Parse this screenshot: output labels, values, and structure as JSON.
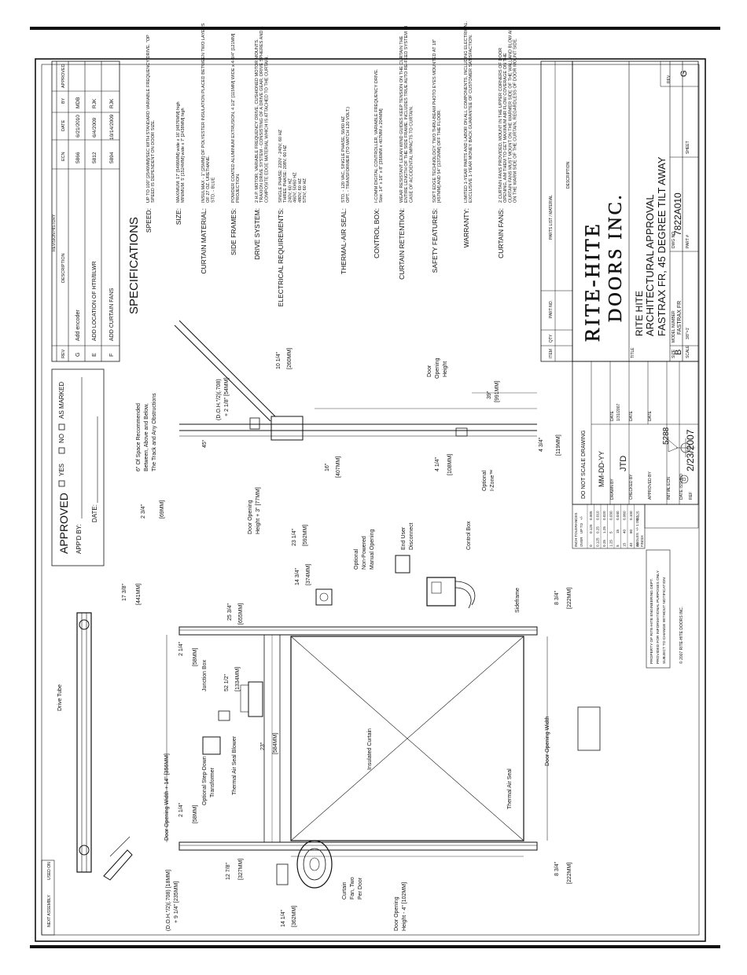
{
  "approval_block": {
    "approved_label": "APPROVED",
    "options": [
      "YES",
      "NO",
      "AS MARKED"
    ],
    "appd_by_label": "APP'D BY:",
    "date_label": "DATE:"
  },
  "revision_history": {
    "title": "REVISION HISTORY",
    "headers": [
      "REV",
      "DESCRIPTION",
      "ECN",
      "DATE",
      "BY",
      "APPROVED"
    ],
    "rows": [
      [
        "G",
        "Add encoder",
        "5866",
        "6/21/2010",
        "MDB",
        ""
      ],
      [
        "E",
        "ADD LOCATION OF HTR/BLWR",
        "5812",
        "6/4/2009",
        "RJK",
        ""
      ],
      [
        "F",
        "ADD CURTAIN FANS",
        "5894",
        "10/14/2009",
        "RJK",
        ""
      ]
    ]
  },
  "specifications": {
    "title": "SPECIFICATIONS",
    "items": [
      {
        "label": "SPEED:",
        "lines": [
          "UP TO 100\" [2540MM]/SEC WITH STANDARD VARIABLE FREQUENCY DRIVE. \"OP",
          "SPEED IS DEPENDENT ON DOOR SIZE."
        ]
      },
      {
        "label": "SIZE:",
        "lines": [
          "MAXIMUM:   17' [5486MM] wide x 16' [4876MM] high",
          "MINIMUM:   5' [1524MM] wide x 7' [2438MM] high"
        ]
      },
      {
        "label": "CURTAIN MATERIAL:",
        "lines": [
          "INSULMAX - 1\" [25MM] OF POLYESTER INSULATION PLACED BETWEEN TWO LAYERS",
          "OF 27 OZ. URETHANE.",
          "STD. - BLUE"
        ]
      },
      {
        "label": "SIDE FRAMES:",
        "lines": [
          "POWDER COATED ALUMINUM EXTRUSION, 4 1/2\" [115MM] WIDE x 4-3/4\" [121MM]",
          "PROJECTION."
        ]
      },
      {
        "label": "DRIVE SYSTEM:",
        "lines": [
          "2 H.P. MOTOR, VARIABLE FREQUENCY DRIVE, CUSHIONED MOTOR MOUNTS.",
          "TRAXION DRIVE SYSTEM - CONSISTING OF A DRIVE GEAR, DRIVE SPHERES AND A",
          "COMPOSITE EDGE MATERIAL WHICH IS ATTACHED TO THE CURTAIN."
        ]
      },
      {
        "label": "ELECTRICAL REQUIREMENTS:",
        "lines": [
          "SINGLE PHASE:   220V - 240V, 60 HZ",
          "THREE PHASE:   208V, 60 HZ",
          "240V, 60 HZ",
          "460V, 50/60 HZ",
          "480V, 60 HZ",
          "575V, 60 HZ"
        ]
      },
      {
        "label": "THERMAL-AIR SEAL:",
        "lines": [
          "STD. - 120 VAC, SINGLE PHASE, 50/60 HZ",
          "OPT. - TRANSFORMER (TO MATCH 120 VOLT.)"
        ]
      },
      {
        "label": "CONTROL BOX:",
        "lines": [
          "I-COMM DIGITAL CONTROLLER, VARIABLE FREQUENCY DRIVE.",
          "Size: 14\" x 16\" x 8\" [356MM x 407MM x 204MM]"
        ]
      },
      {
        "label": "CURTAIN RETENTION:",
        "lines": [
          "WEAR RESISTANT LEXAN WIND GUIDES KEEP TENSION ON THE CURTAIN THE",
          "ENTIRE LENGTH OF THE SIDE FRAME. INCLUDES TRUE AUTO RE-FEED SYSTEM IN",
          "CASE OF ACCIDENTAL IMPACTS TO CURTAIN."
        ]
      },
      {
        "label": "SAFETY FEATURES:",
        "lines": [
          "SOFT EDGE TECHNOLOGY. TWO THRU-BEAM PHOTO EYES MOUNTED AT 18\"",
          "[457MM] AND 54\" [1372MM] OFF THE FLOOR."
        ]
      },
      {
        "label": "WARRANTY:",
        "lines": [
          "LIMITED 1-YEAR PARTS AND LABOR ON ALL COMPONENTS, INCLUDING ELECTRICAL.",
          "EXCLUSIVE 1-YEAR MONEY BACK GUARANTEE OF CUSTOMER SATISFACTION."
        ]
      },
      {
        "label": "CURTAIN FANS:",
        "lines": [
          "2 CURTAIN FANS PROVIDED, MOUNT IN THE UPPER CORNERS OF DOOR",
          "OPENING, AIM THEM TO GET MAXIMUM AIR FLOW COVERAGE ON THE",
          "CURTAIN FANS MUST MOUNT ON THE WARMER SIDE OF THE WALL AND BLOW AIR",
          "ON THE WARM SIDE OF THE CURTAIN, REGARDLESS OF DOOR MOUNT SIDE."
        ]
      }
    ]
  },
  "parts_list": {
    "title": "PARTS LIST / MATERIAL",
    "headers": [
      "ITEM",
      "QTY",
      "PART NO.",
      "DESCRIPTION"
    ]
  },
  "title_block": {
    "company_logo_line1": "RITE-HITE",
    "company_logo_line2": "DOORS INC.",
    "title_label": "TITLE",
    "title_lines": [
      "RITE HITE",
      "ARCHITECTURAL APPROVAL",
      "FASTRAX FR, 45 DEGREE TILT AWAY"
    ],
    "size_label": "SIZE",
    "size": "B",
    "model_label": "MODEL NUMBER",
    "model": "FASTRAX FR",
    "dwg_label": "DWG NO",
    "dwg_no": "7822A010",
    "rev_label": "REV",
    "rev": "G",
    "scale_label": "SCALE",
    "scale": "3/8\"=1'",
    "part_label": "PART #",
    "sheet_label": "SHEET",
    "do_not_scale": "DO NOT SCALE DRAWING",
    "date_format": "MM-DD-YY",
    "drawn_by_label": "DRAWN BY",
    "drawn_by": "JTD",
    "date_label": "DATE",
    "drawn_date": "1/31/2007",
    "checked_by_label": "CHECKED BY",
    "approved_by_label": "APPROVED BY",
    "initial_ecn_label": "INITIAL ECN",
    "initial_ecn": "5288",
    "date_issued_label": "DATE ISSUED",
    "date_issued": "2/23/2007",
    "ref_label": "REF",
    "tolerances_title": "INCH TOLERANCES",
    "tolerance_headers": [
      "OVER",
      "UP TO",
      "+/-"
    ],
    "tolerance_rows": [
      [
        "0",
        "0.125",
        "0.005"
      ],
      [
        "0.125",
        "0.25",
        "0.010"
      ],
      [
        "0.25",
        "1.25",
        "0.020"
      ],
      [
        "1.25",
        "5",
        "0.030"
      ],
      [
        "5",
        "15",
        "0.040"
      ],
      [
        "15",
        "40",
        "0.060"
      ],
      [
        "40",
        "80",
        "0.100"
      ],
      [
        "80",
        "",
        "0.125"
      ]
    ],
    "angles_label": "ANGLES",
    "angles_value": "+/- 1 DEG",
    "finish_label": "FINISH",
    "property_note": [
      "PROPERTY OF RITE-HITE ENGINEERING DEPT.",
      "PROVIDED FOR INFORMATIONAL PURPOSES ONLY",
      "SUBJECT TO CHANGE WITHOUT NOTIFICATION"
    ],
    "copyright": "© 2007   RITE-HITE DOORS INC."
  },
  "left_strip": {
    "next_assembly": "NEXT ASSEMBLY",
    "used_on": "USED ON"
  },
  "annotations": {
    "obstruction_note": [
      "6\" Of Space Recommended",
      "Between, Above and Below,",
      "The Track and Any Obstructions"
    ],
    "doh1": "(D.O.H.\"/2)(.708)",
    "doh1b": "+ 2 1/8\" [54MM]",
    "dim_angle": "45°",
    "dim_2_3_4_a": "2 3/4\"",
    "dim_69mm": "[69MM]",
    "dim_door_opening_height_plus3": "Door Opening",
    "dim_door_opening_height_plus3b": "Height + 3\" [77MM]",
    "dim_16": "16\"",
    "dim_407": "[407MM]",
    "dim_10_1_4": "10 1/4\"",
    "dim_260": "[260MM]",
    "door_opening_height": [
      "Door",
      "Opening",
      "Height"
    ],
    "dim_39": "39\"",
    "dim_991": "[991MM]",
    "dim_4_1_4": "4 1/4\"",
    "dim_108": "[108MM]",
    "dim_4_3_4": "4 3/4\"",
    "dim_119": "[119MM]",
    "optional_izone": [
      "Optional",
      "I-Zone™"
    ],
    "dim_23_1_4": "23 1/4\"",
    "dim_592": "[592MM]",
    "dim_14_3_4": "14 3/4\"",
    "dim_374": "[374MM]",
    "optional_manual": [
      "Optional",
      "Non-Powered",
      "Manual Opening"
    ],
    "end_user_disconnect": [
      "End User",
      "Disconnect"
    ],
    "control_box": "Control Box",
    "sideframe": "Sideframe",
    "dim_8_3_4_a": "8 3/4\"",
    "dim_222_a": "[222MM]",
    "dim_17_3_8": "17 3/8\"",
    "dim_441": "[441MM]",
    "dim_25_3_4": "25 3/4\"",
    "dim_655": "[655MM]",
    "dim_2_1_4_a": "2 1/4\"",
    "dim_58_a": "[58MM]",
    "junction_box": "Junction Box",
    "dim_52_1_2": "52 1/2\"",
    "dim_1334": "[1334MM]",
    "drive_tube": "Drive Tube",
    "door_opening_width_plus14": "Door Opening Width + 14\" [356MM]",
    "optional_transformer": [
      "Optional Step-Down",
      "Transformer"
    ],
    "thermal_air_seal_blower": "Thermal Air Seal Blower",
    "dim_23": "23\"",
    "dim_584": "[584MM]",
    "insulated_curtain": "Insulated Curtain",
    "door_opening_width": "Door Opening Width",
    "thermal_air_seal": "Thermal Air Seal",
    "dim_2_1_4_b": "2 1/4\"",
    "dim_58_b": "[58MM]",
    "dim_12_7_8": "12 7/8\"",
    "dim_327": "[327MM]",
    "curtain_fan": [
      "Curtain",
      "Fan, Two",
      "Per Door"
    ],
    "dim_8_3_4_b": "8 3/4\"",
    "dim_222_b": "[222MM]",
    "dim_14_1_4": "14 1/4\"",
    "dim_362": "[362MM]",
    "door_opening_height_minus4": [
      "Door Opening",
      "Height - 4\" [102MM]"
    ],
    "doh2": "(D.O.H.\"/2)(.708) [18MM]",
    "doh2b": "+ 9 1/4\" [235MM]"
  }
}
